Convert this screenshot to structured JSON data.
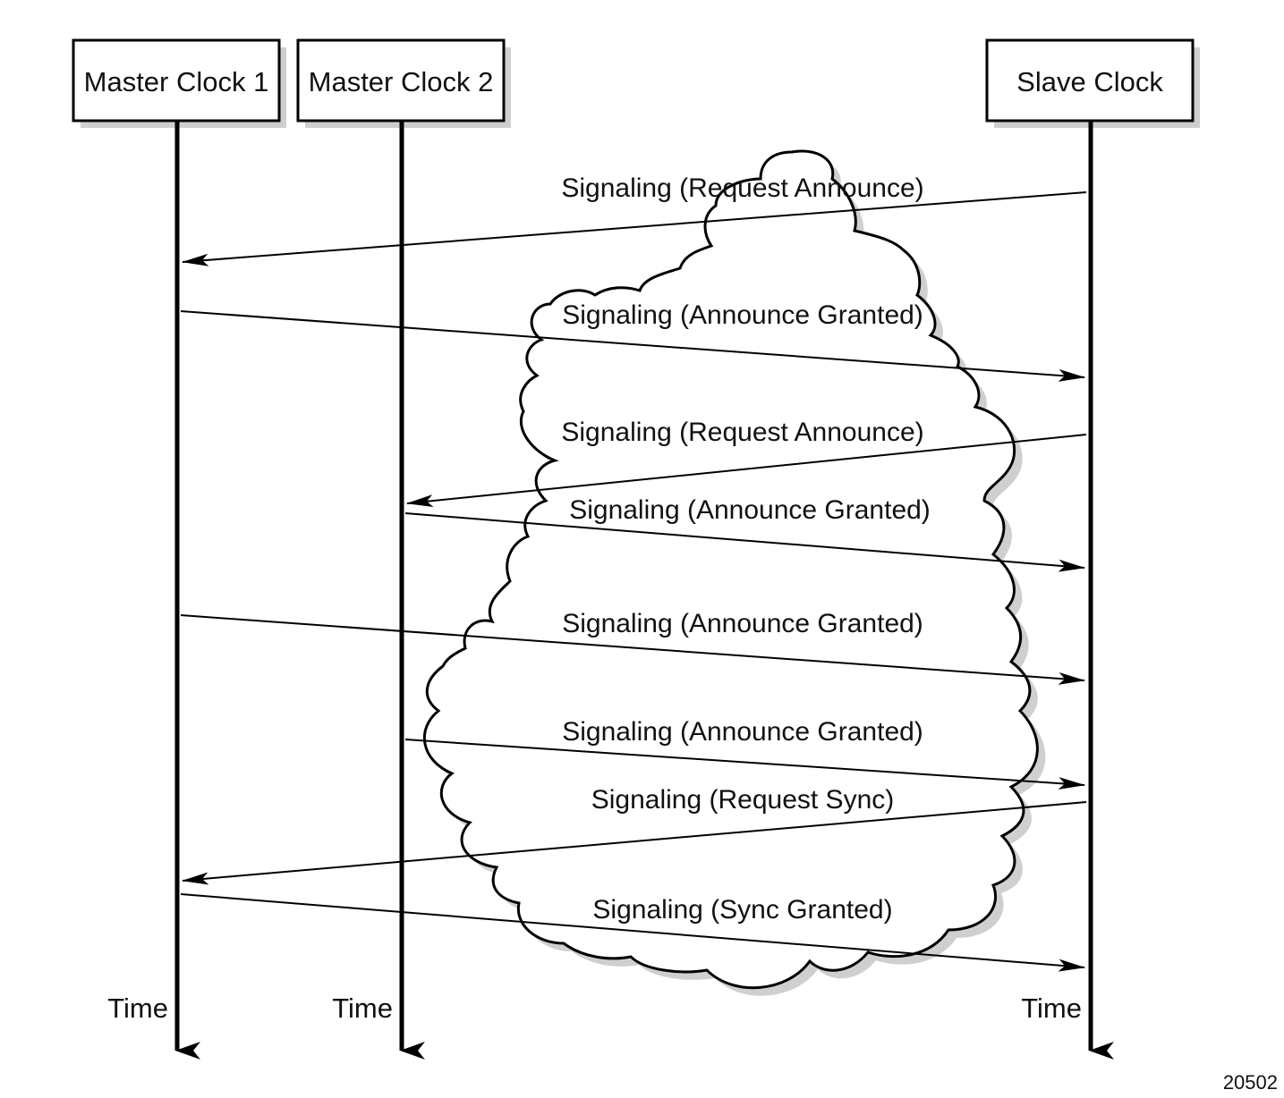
{
  "clocks": [
    {
      "id": "mc1",
      "label": "Master Clock 1"
    },
    {
      "id": "mc2",
      "label": "Master Clock 2"
    },
    {
      "id": "slave",
      "label": "Slave Clock"
    }
  ],
  "time_label": "Time",
  "messages": [
    {
      "from": "slave",
      "to": "mc1",
      "label": "Signaling (Request Announce)"
    },
    {
      "from": "mc1",
      "to": "slave",
      "label": "Signaling (Announce Granted)"
    },
    {
      "from": "slave",
      "to": "mc2",
      "label": "Signaling (Request Announce)"
    },
    {
      "from": "mc2",
      "to": "slave",
      "label": "Signaling (Announce Granted)"
    },
    {
      "from": "mc1",
      "to": "slave",
      "label": "Signaling (Announce Granted)"
    },
    {
      "from": "mc2",
      "to": "slave",
      "label": "Signaling (Announce Granted)"
    },
    {
      "from": "slave",
      "to": "mc1",
      "label": "Signaling (Request Sync)"
    },
    {
      "from": "mc1",
      "to": "slave",
      "label": "Signaling (Sync Granted)"
    }
  ],
  "figure_id": "20502",
  "colors": {
    "line": "#000000",
    "shadow": "#cfcfcf",
    "cloud_fill": "#ffffff"
  }
}
